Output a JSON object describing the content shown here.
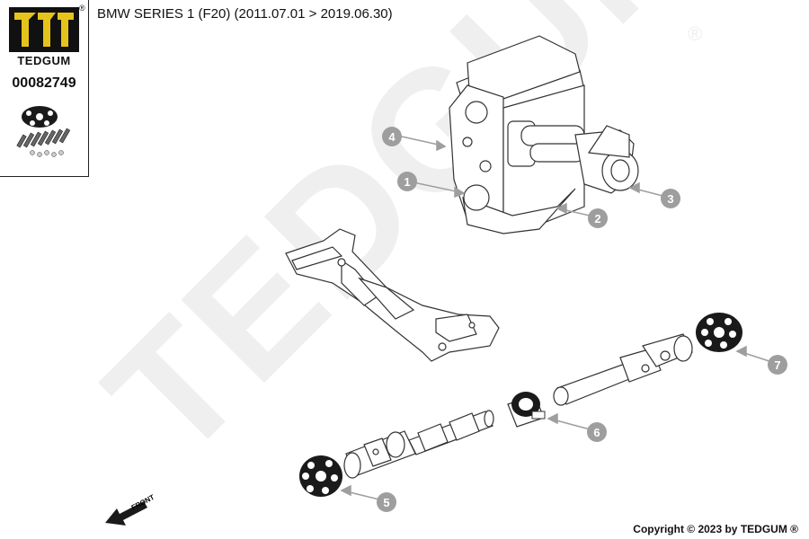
{
  "header": {
    "title": "BMW SERIES 1 (F20)",
    "date_range": "(2011.07.01 > 2019.06.30)"
  },
  "logo": {
    "brand": "TEDGUM",
    "registered": "®",
    "part_number": "00082749"
  },
  "watermark": {
    "text": "TEDGUM"
  },
  "callouts": [
    "4",
    "1",
    "2",
    "3",
    "7",
    "6",
    "5"
  ],
  "front_indicator": "FRONT",
  "footer": {
    "copyright": "Copyright © 2023 by TEDGUM ®"
  },
  "colors": {
    "line": "#333333",
    "callout_fill": "#9e9e9e",
    "watermark": "#ededed",
    "part_dark": "#1a1a1a"
  }
}
